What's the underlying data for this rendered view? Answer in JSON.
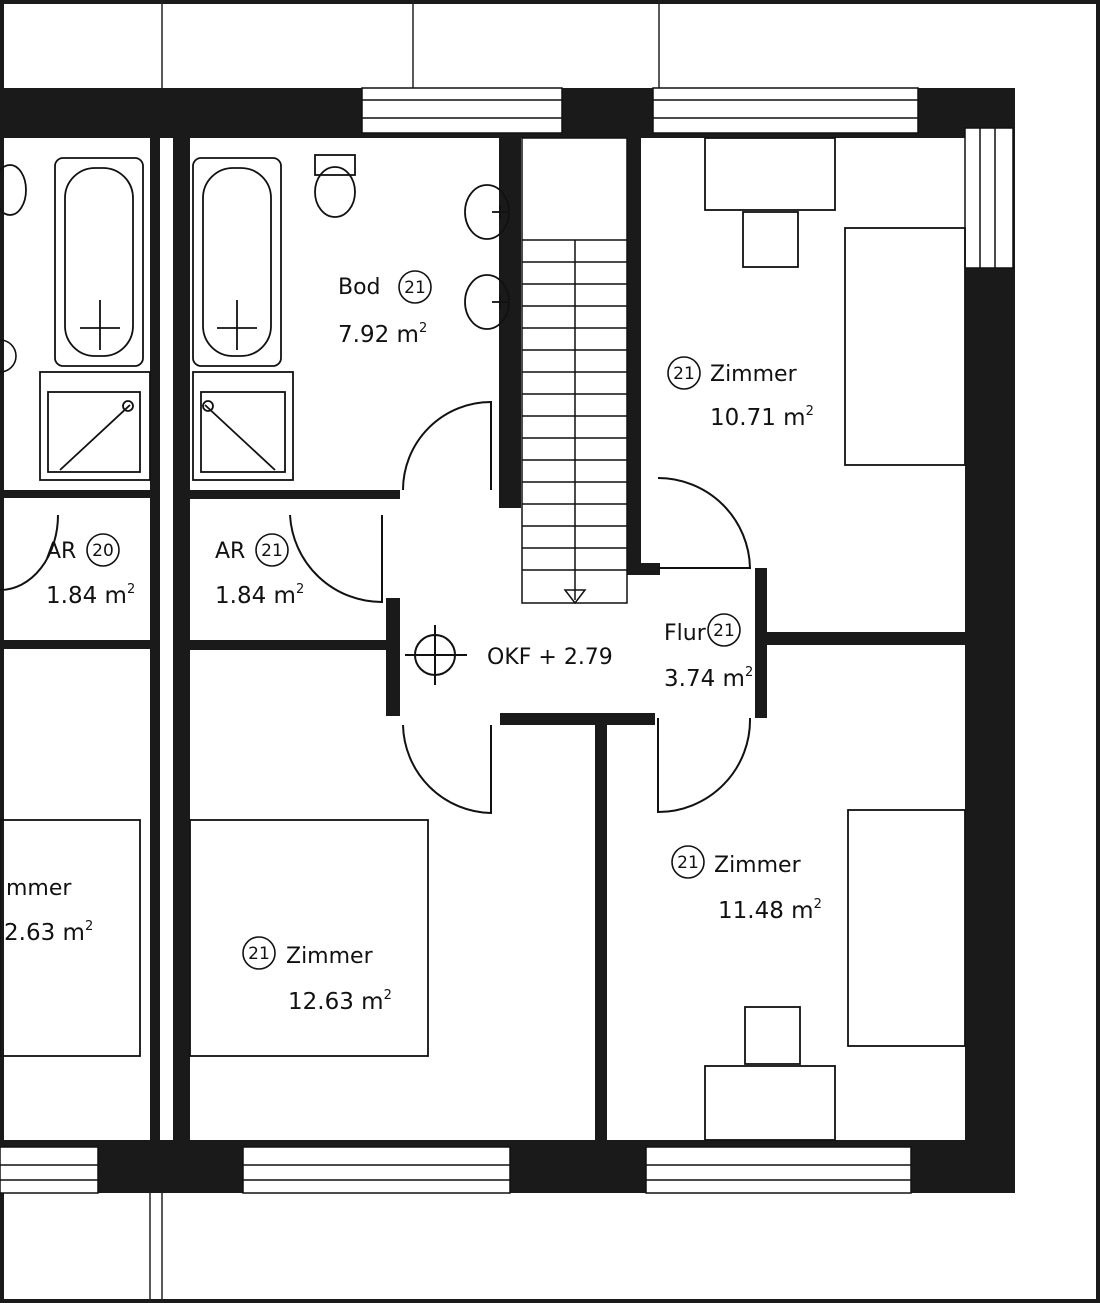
{
  "colors": {
    "wall": "#1a1a1a",
    "line": "#111111",
    "paper": "#ffffff",
    "frame": "#1a1a1a"
  },
  "level": {
    "label": "OKF + 2.79",
    "icon": "level-marker-icon"
  },
  "area_unit": "m",
  "area_exponent": "2",
  "rooms": [
    {
      "id": "bad",
      "name": "Bod",
      "number": "21",
      "area": "7.92"
    },
    {
      "id": "zimmer-ne",
      "name": "Zimmer",
      "number": "21",
      "area": "10.71"
    },
    {
      "id": "ar-main",
      "name": "AR",
      "number": "21",
      "area": "1.84"
    },
    {
      "id": "ar-neighbor",
      "name": "AR",
      "number": "20",
      "area": "1.84"
    },
    {
      "id": "flur",
      "name": "Flur",
      "number": "21",
      "area": "3.74"
    },
    {
      "id": "zimmer-se",
      "name": "Zimmer",
      "number": "21",
      "area": "11.48"
    },
    {
      "id": "zimmer-sw",
      "name": "Zimmer",
      "number": "21",
      "area": "12.63"
    },
    {
      "id": "zimmer-neighbor",
      "name": "mmer",
      "number": "",
      "area": "2.63"
    }
  ],
  "fixtures": [
    "bathtub-icon",
    "shower-icon",
    "toilet-icon",
    "sink-icon",
    "stairs-icon",
    "bed-icon",
    "desk-icon",
    "chair-icon",
    "wardrobe-icon"
  ]
}
